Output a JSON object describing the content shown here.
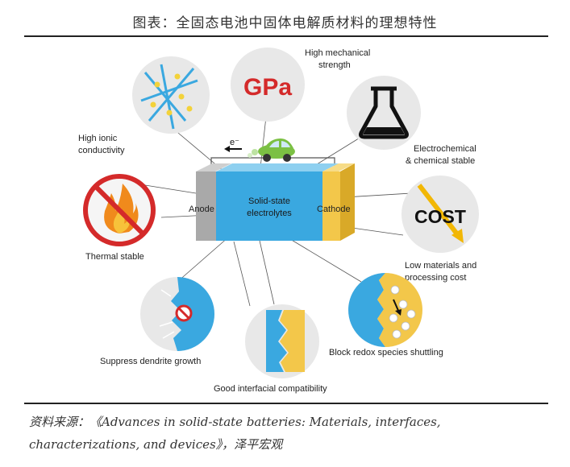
{
  "title": "图表：全固态电池中固体电解质材料的理想特性",
  "center": {
    "anode": "Anode",
    "electrolyte_line1": "Solid-state",
    "electrolyte_line2": "electrolytes",
    "cathode": "Cathode",
    "electron": "e⁻"
  },
  "properties": {
    "mechanical_line1": "High mechanical",
    "mechanical_line2": "strength",
    "gpa_text": "GPa",
    "ionic_line1": "High ionic",
    "ionic_line2": "conductivity",
    "echem_line1": "Electrochemical",
    "echem_line2": "& chemical stable",
    "cost_text": "COST",
    "lowcost_line1": "Low materials and",
    "lowcost_line2": "processing cost",
    "thermal": "Thermal stable",
    "dendrite": "Suppress dendrite growth",
    "interfacial": "Good interfacial compatibility",
    "redox": "Block redox species shuttling"
  },
  "source_line1": "资料来源：《Advances in solid-state batteries: Materials, interfaces,",
  "source_line2": "characterizations, and devices》，泽平宏观",
  "colors": {
    "electrolyte": "#3aa8e0",
    "cathode": "#f3c74a",
    "anode": "#a9a9a9",
    "gpa": "#d42a2a",
    "circle": "#e8e8e8",
    "cost_arrow": "#f2b705"
  }
}
